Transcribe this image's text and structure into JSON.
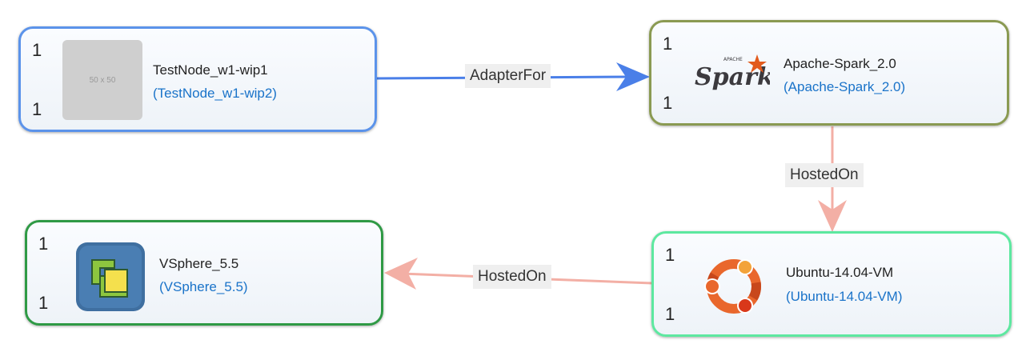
{
  "nodes": {
    "testnode": {
      "min": "1",
      "max": "1",
      "name": "TestNode_w1-wip1",
      "type": "(TestNode_w1-wip2)",
      "placeholder": "50 x 50",
      "border_color": "#5b93ea"
    },
    "spark": {
      "min": "1",
      "max": "1",
      "name": "Apache-Spark_2.0",
      "type": "(Apache-Spark_2.0)",
      "logo_text": "Spark",
      "logo_small": "APACHE",
      "border_color": "#8a9a52"
    },
    "vsphere": {
      "min": "1",
      "max": "1",
      "name": "VSphere_5.5",
      "type": "(VSphere_5.5)",
      "border_color": "#2f9a45"
    },
    "ubuntu": {
      "min": "1",
      "max": "1",
      "name": "Ubuntu-14.04-VM",
      "type": "(Ubuntu-14.04-VM)",
      "border_color": "#5de8a0"
    }
  },
  "edges": {
    "adapter_for": {
      "label": "AdapterFor",
      "color": "#4a7fe8"
    },
    "hosted_on_1": {
      "label": "HostedOn",
      "color": "#f3afa5"
    },
    "hosted_on_2": {
      "label": "HostedOn",
      "color": "#f3afa5"
    }
  }
}
